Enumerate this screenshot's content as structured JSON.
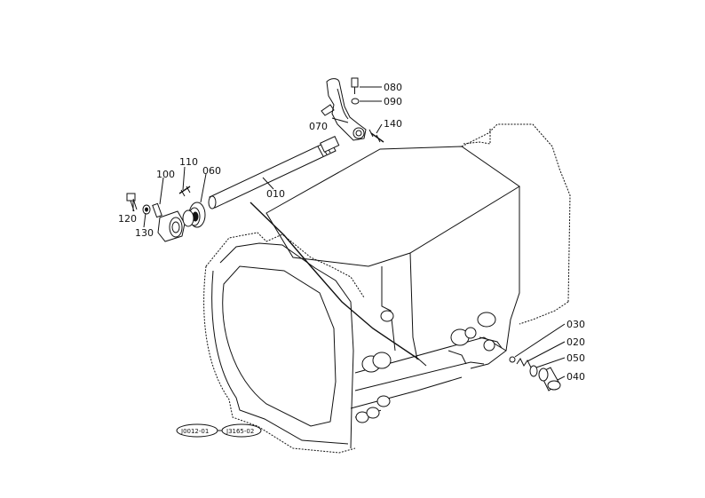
{
  "callouts": [
    {
      "id": "c010",
      "label": "010"
    },
    {
      "id": "c020",
      "label": "020"
    },
    {
      "id": "c030",
      "label": "030"
    },
    {
      "id": "c040",
      "label": "040"
    },
    {
      "id": "c050",
      "label": "050"
    },
    {
      "id": "c060",
      "label": "060"
    },
    {
      "id": "c070",
      "label": "070"
    },
    {
      "id": "c080",
      "label": "080"
    },
    {
      "id": "c090",
      "label": "090"
    },
    {
      "id": "c100",
      "label": "100"
    },
    {
      "id": "c110",
      "label": "110"
    },
    {
      "id": "c120",
      "label": "120"
    },
    {
      "id": "c130",
      "label": "130"
    },
    {
      "id": "c140",
      "label": "140"
    }
  ],
  "references": [
    {
      "id": "r1",
      "label": "J0012-01"
    },
    {
      "id": "r2",
      "label": "J3165-02"
    }
  ]
}
